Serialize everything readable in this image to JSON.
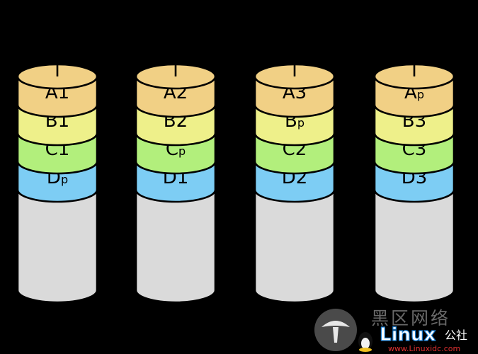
{
  "colors": {
    "background": "#000000",
    "stroke": "#000000",
    "block_a": "#f1d085",
    "block_b": "#eef08a",
    "block_c": "#b2ef7c",
    "block_d": "#7dcdf4",
    "free_space": "#dadada"
  },
  "disks": [
    {
      "name": "disk-0",
      "blocks": [
        {
          "row": "a",
          "main": "A",
          "sub": "1"
        },
        {
          "row": "b",
          "main": "B",
          "sub": "1"
        },
        {
          "row": "c",
          "main": "C",
          "sub": "1"
        },
        {
          "row": "d",
          "main": "D",
          "sub": "p",
          "parity": true
        }
      ]
    },
    {
      "name": "disk-1",
      "blocks": [
        {
          "row": "a",
          "main": "A",
          "sub": "2"
        },
        {
          "row": "b",
          "main": "B",
          "sub": "2"
        },
        {
          "row": "c",
          "main": "C",
          "sub": "p",
          "parity": true
        },
        {
          "row": "d",
          "main": "D",
          "sub": "1"
        }
      ]
    },
    {
      "name": "disk-2",
      "blocks": [
        {
          "row": "a",
          "main": "A",
          "sub": "3"
        },
        {
          "row": "b",
          "main": "B",
          "sub": "p",
          "parity": true
        },
        {
          "row": "c",
          "main": "C",
          "sub": "2"
        },
        {
          "row": "d",
          "main": "D",
          "sub": "2"
        }
      ]
    },
    {
      "name": "disk-3",
      "blocks": [
        {
          "row": "a",
          "main": "A",
          "sub": "p",
          "parity": true
        },
        {
          "row": "b",
          "main": "B",
          "sub": "3"
        },
        {
          "row": "c",
          "main": "C",
          "sub": "3"
        },
        {
          "row": "d",
          "main": "D",
          "sub": "3"
        }
      ]
    }
  ],
  "watermark": {
    "title": "黑区网络",
    "brand": "Linux",
    "brand_suffix": "公社",
    "url": "www.Linuxidc.com"
  }
}
